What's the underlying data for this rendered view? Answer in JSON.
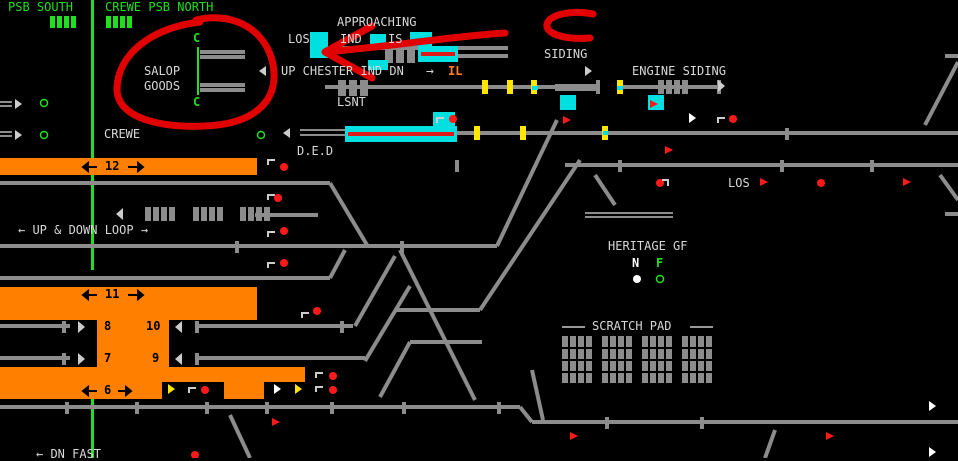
{
  "panels": {
    "psb_south": "PSB SOUTH",
    "crewe_psb_north": "CREWE PSB NORTH"
  },
  "labels": {
    "approaching": "APPROACHING",
    "los_top": "LOS",
    "ind": "IND",
    "ind_partial": "IS",
    "siding": "SIDING",
    "engine_siding": "ENGINE SIDING",
    "up_chester_ind_dn": "UP CHESTER IND DN",
    "il": "IL",
    "salop": "SALOP",
    "goods": "GOODS",
    "c_top": "C",
    "c_bottom": "C",
    "lsnt": "LSNT",
    "crewe": "CREWE",
    "ded": "D.E.D",
    "los_right": "LOS",
    "up_down_loop": "UP & DOWN LOOP",
    "dn_fast": "DN FAST",
    "heritage_gf": "HERITAGE GF",
    "n": "N",
    "f": "F",
    "scratch_pad": "SCRATCH PAD"
  },
  "platforms": {
    "p12": "12",
    "p11": "11",
    "p10": "10",
    "p9": "9",
    "p8": "8",
    "p7": "7",
    "p6": "6"
  },
  "colors": {
    "track": "#8c8c8c",
    "platform": "#ff8000",
    "occupied": "#e01818",
    "route": "#00e0e0",
    "signal_red": "#ff1a1a",
    "panel_green": "#1ee01e",
    "annotation": "#e00000"
  }
}
